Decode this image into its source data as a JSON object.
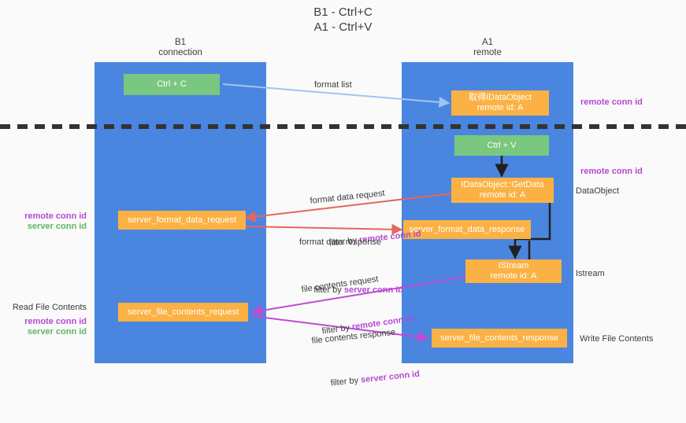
{
  "title": "B1 - Ctrl+C\nA1 - Ctrl+V",
  "columns": [
    {
      "name": "left-column-header",
      "label": "B1\nconnection"
    },
    {
      "name": "right-column-header",
      "label": "A1\nremote"
    }
  ],
  "colors": {
    "lane": "#4a86e0",
    "green_node": "#7ac77f",
    "orange_node": "#fbb143",
    "purple_accent": "#b44ad0",
    "green_accent": "#5cb860",
    "arrow_blue": "#9fc5f0",
    "arrow_red": "#e8665a",
    "arrow_magenta": "#c04ad0",
    "arrow_black": "#202020",
    "divider": "#333333",
    "background": "#fafafa"
  },
  "nodes": [
    {
      "name": "node-ctrl-c",
      "label": "Ctrl + C"
    },
    {
      "name": "node-get-idataobject",
      "label": "取得IDataObject\nremote id: A"
    },
    {
      "name": "node-ctrl-v",
      "label": "Ctrl + V"
    },
    {
      "name": "node-idataobject-getdata",
      "label": "IDataObject::GetData\nremote id: A"
    },
    {
      "name": "node-server-format-data-request",
      "label": "server_format_data_request"
    },
    {
      "name": "node-server-format-data-response",
      "label": "server_format_data_response"
    },
    {
      "name": "node-istream",
      "label": "IStream\nremote id: A"
    },
    {
      "name": "node-server-file-contents-request",
      "label": "server_file_contents_request"
    },
    {
      "name": "node-server-file-contents-response",
      "label": "server_file_contents_response"
    }
  ],
  "edge_labels": {
    "format_list": "format list",
    "format_data_request": "format data request",
    "format_data_request_filter_prefix": "filter by ",
    "format_data_request_filter_key": "remote conn id",
    "format_data_response": "format data response",
    "format_data_response_filter_prefix": "filter by ",
    "format_data_response_filter_key": "server conn id",
    "file_contents_request": "file contents request",
    "file_contents_request_filter_prefix": "filter by ",
    "file_contents_request_filter_key": "remote conn id",
    "file_contents_response": "file contents response",
    "file_contents_response_filter_prefix": "filter by ",
    "file_contents_response_filter_key": "server conn id"
  },
  "annotations": {
    "right_remote_conn_id_top": "remote conn id",
    "right_remote_conn_id_mid": "remote conn id",
    "right_dataobject": "DataObject",
    "right_istream": "Istream",
    "right_write_file_contents": "Write File Contents",
    "left_remote_conn_id": "remote conn id",
    "left_server_conn_id": "server conn id",
    "left_read_file_contents": "Read File Contents",
    "left_remote_conn_id_2": "remote conn id",
    "left_server_conn_id_2": "server conn id"
  }
}
